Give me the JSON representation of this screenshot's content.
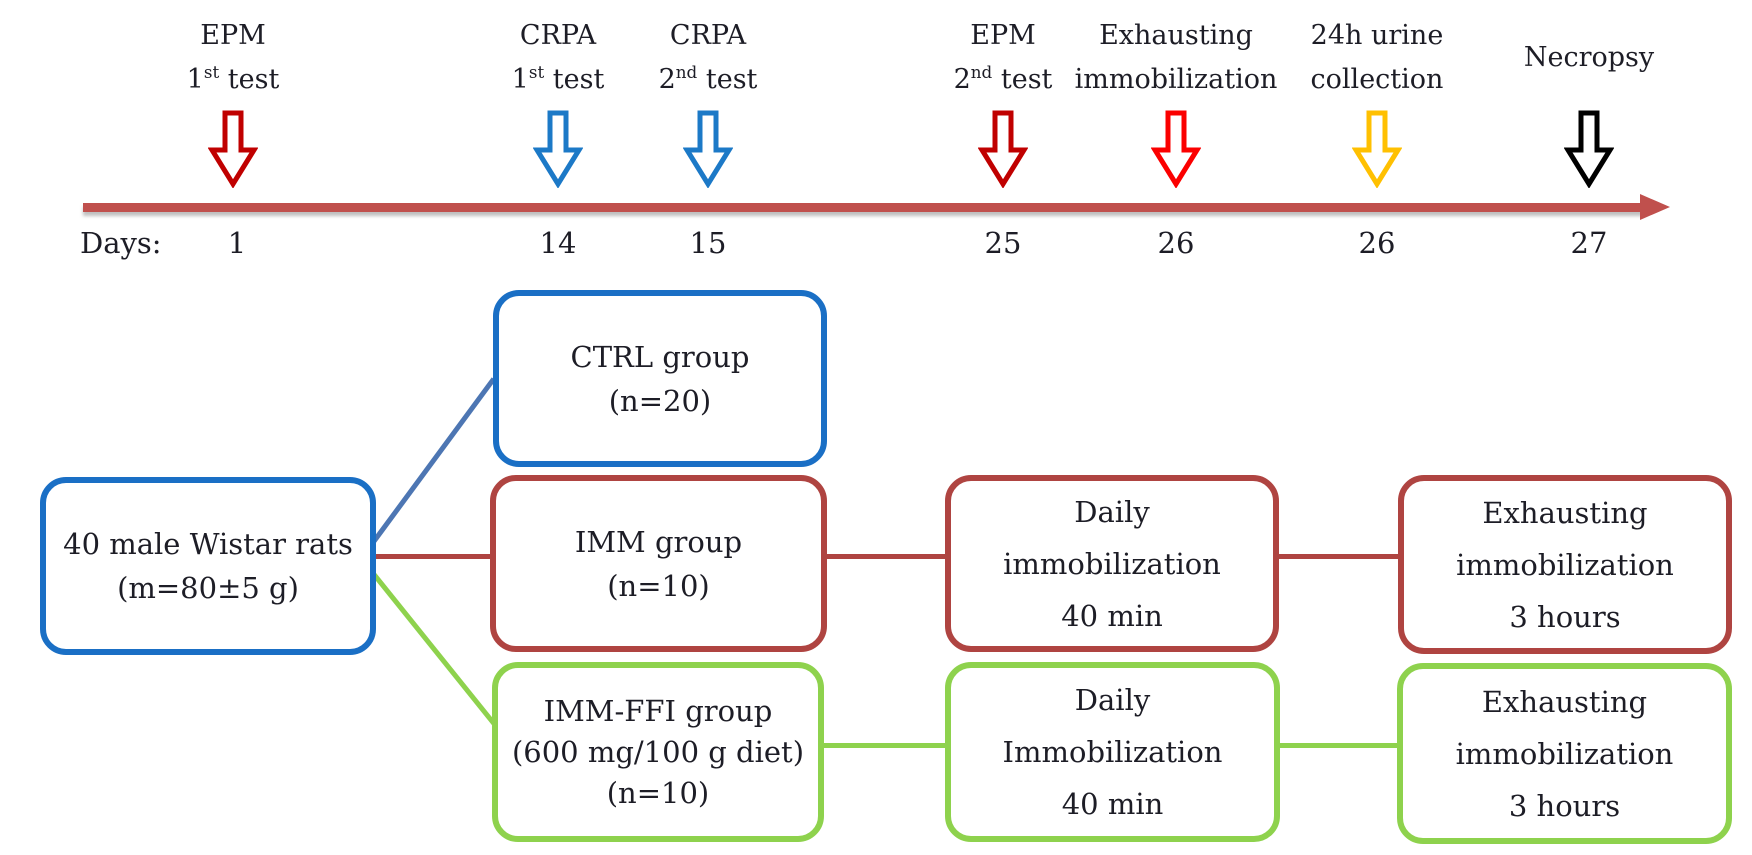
{
  "timeline": {
    "days_label": "Days:",
    "axis_color": "#c0504d",
    "events": [
      {
        "line1": "EPM",
        "num": "1",
        "sup": "st",
        "rest": " test",
        "day": "1",
        "color": "#c00000",
        "arrow": "red-dark-arrow"
      },
      {
        "line1": "CRPA",
        "num": "1",
        "sup": "st",
        "rest": " test",
        "day": "14",
        "color": "#1c79c7",
        "arrow": "blue-arrow"
      },
      {
        "line1": "CRPA",
        "num": "2",
        "sup": "nd",
        "rest": " test",
        "day": "15",
        "color": "#1c79c7",
        "arrow": "blue-arrow"
      },
      {
        "line1": "EPM",
        "num": "2",
        "sup": "nd",
        "rest": " test",
        "day": "25",
        "color": "#c00000",
        "arrow": "red-dark-arrow"
      },
      {
        "line1": "Exhausting",
        "num": "",
        "sup": "",
        "rest": "immobilization",
        "day": "26",
        "color": "#fb0000",
        "arrow": "red-bright-arrow"
      },
      {
        "line1": "24h urine",
        "num": "",
        "sup": "",
        "rest": "collection",
        "day": "26",
        "color": "#ffc001",
        "arrow": "yellow-arrow"
      },
      {
        "line1": "Necropsy",
        "num": "",
        "sup": "",
        "rest": "",
        "day": "27",
        "color": "#000000",
        "arrow": "black-arrow"
      }
    ]
  },
  "flowchart": {
    "root": {
      "line1": "40 male Wistar rats",
      "line2": "(m=80±5 g)",
      "border_color": "#1a6fc5"
    },
    "ctrl": {
      "line1": "CTRL group",
      "line2": "(n=20)",
      "border_color": "#1a6fc5"
    },
    "imm": {
      "line1": "IMM group",
      "line2": "(n=10)",
      "border_color": "#af4441"
    },
    "imm_ffi": {
      "line1": "IMM-FFI group",
      "line2": "(600 mg/100 g diet)",
      "line3": "(n=10)",
      "border_color": "#8ed24d"
    },
    "imm_daily": {
      "line1": "Daily",
      "line2": "immobilization",
      "line3": "40 min",
      "border_color": "#af4441"
    },
    "imm_exhaust": {
      "line1": "Exhausting",
      "line2": "immobilization",
      "line3": "3 hours",
      "border_color": "#af4441"
    },
    "ffi_daily": {
      "line1": "Daily",
      "line2": "Immobilization",
      "line3": "40 min",
      "border_color": "#8ed24d"
    },
    "ffi_exhaust": {
      "line1": "Exhausting",
      "line2": "immobilization",
      "line3": "3 hours",
      "border_color": "#8ed24d"
    },
    "connector_colors": {
      "blue": "#4d76b3",
      "red": "#af4441",
      "green": "#8ed24d"
    }
  }
}
